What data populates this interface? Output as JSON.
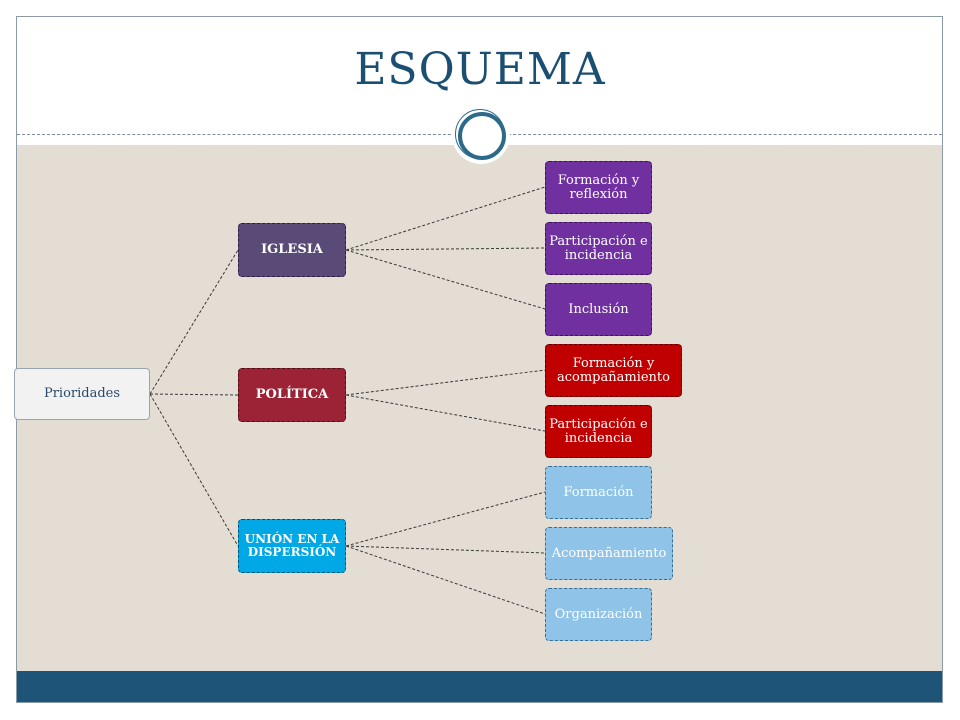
{
  "slide": {
    "title": "ESQUEMA",
    "colors": {
      "title": "#1b4f72",
      "content_bg": "#e3ddd3",
      "footer": "#1e5478",
      "ring": "#2d6a8a"
    }
  },
  "diagram": {
    "root": {
      "label": "Prioridades"
    },
    "branches": [
      {
        "label": "IGLESIA",
        "color": "#5a4a78",
        "children": [
          {
            "label": "Formación y reflexión",
            "color": "#7030a0"
          },
          {
            "label": "Participación e incidencia",
            "color": "#7030a0"
          },
          {
            "label": "Inclusión",
            "color": "#7030a0"
          }
        ]
      },
      {
        "label": "POLÍTICA",
        "color": "#9b2335",
        "children": [
          {
            "label": "Formación y acompañamiento",
            "color": "#c00000"
          },
          {
            "label": "Participación e incidencia",
            "color": "#c00000"
          }
        ]
      },
      {
        "label": "UNIÓN EN LA DISPERSIÓN",
        "color": "#00a8e6",
        "children": [
          {
            "label": "Formación",
            "color": "#8fc3e8"
          },
          {
            "label": "Acompañamiento",
            "color": "#8fc3e8"
          },
          {
            "label": "Organización",
            "color": "#8fc3e8"
          }
        ]
      }
    ]
  }
}
